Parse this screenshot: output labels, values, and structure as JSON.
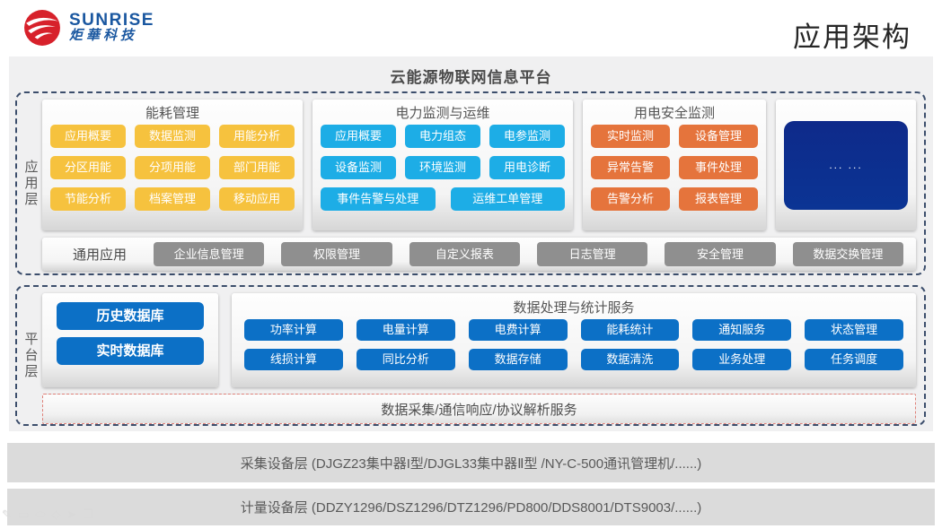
{
  "header": {
    "brand": "SUNRISE",
    "brand_cn": "炬華科技",
    "page_title": "应用架构"
  },
  "main_title": "云能源物联网信息平台",
  "app_layer": {
    "label": "应用层",
    "g1": {
      "title": "能耗管理",
      "b": [
        "应用概要",
        "数据监测",
        "用能分析",
        "分区用能",
        "分项用能",
        "部门用能",
        "节能分析",
        "档案管理",
        "移动应用"
      ]
    },
    "g2": {
      "title": "电力监测与运维",
      "b": [
        "应用概要",
        "电力组态",
        "电参监测",
        "设备监测",
        "环境监测",
        "用电诊断",
        "事件告警与处理",
        "运维工单管理"
      ]
    },
    "g3": {
      "title": "用电安全监测",
      "b": [
        "实时监测",
        "设备管理",
        "异常告警",
        "事件处理",
        "告警分析",
        "报表管理"
      ]
    },
    "g4": {
      "placeholder": "... ..."
    },
    "common_label": "通用应用",
    "common_buttons": [
      "企业信息管理",
      "权限管理",
      "自定义报表",
      "日志管理",
      "安全管理",
      "数据交换管理"
    ]
  },
  "platform_layer": {
    "label": "平台层",
    "db": [
      "历史数据库",
      "实时数据库"
    ],
    "dps_title": "数据处理与统计服务",
    "dps": [
      "功率计算",
      "电量计算",
      "电费计算",
      "能耗统计",
      "通知服务",
      "状态管理",
      "线损计算",
      "同比分析",
      "数据存储",
      "数据清洗",
      "业务处理",
      "任务调度"
    ],
    "service_bar": "数据采集/通信响应/协议解析服务"
  },
  "device_layers": {
    "collection": "采集设备层 (DJGZ23集中器I型/DJGL33集中器Ⅱ型 /NY-C-500通讯管理机/......)",
    "metering": "计量设备层 (DDZY1296/DSZ1296/DTZ1296/PD800/DDS8001/DTS9003/......)"
  },
  "colors": {
    "yellow_chip": "#F6C23E",
    "cyan_chip": "#1DADE6",
    "orange_chip": "#E5743C",
    "blue_chip": "#0C70C6",
    "gray_chip": "#8F8F8F",
    "navy_box": "#0E2A8A",
    "dashed_border": "#3C4E6C",
    "red_dashed_border": "#DF8078",
    "logo_red": "#D7212B",
    "logo_blue": "#1A57A0"
  }
}
